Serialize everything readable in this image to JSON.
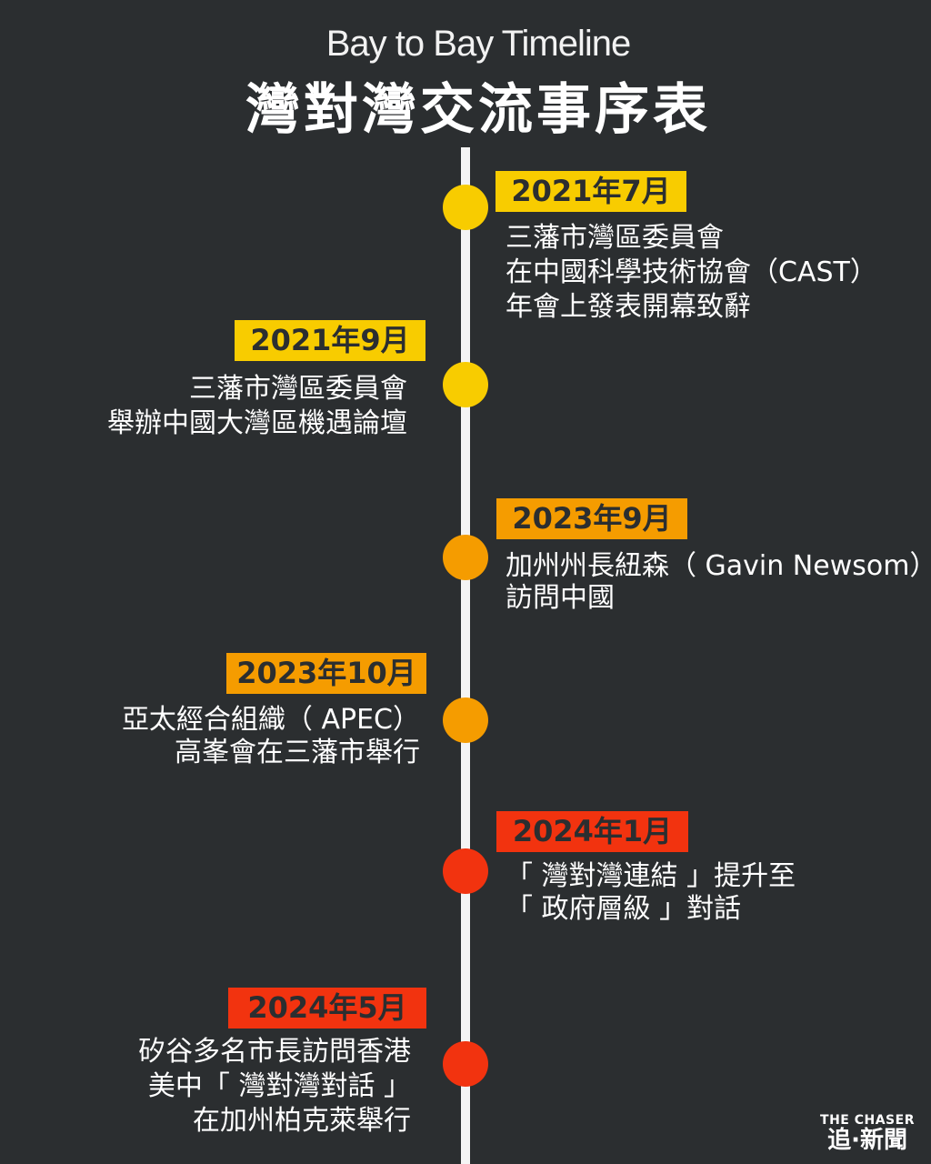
{
  "header": {
    "title_en": "Bay to Bay Timeline",
    "title_zh": "灣對灣交流事序表"
  },
  "colors": {
    "background": "#2b2e30",
    "yellow": "#f8cc00",
    "orange": "#f59c00",
    "red": "#f2330f",
    "line": "#f4f4f4"
  },
  "events": [
    {
      "date": "2021年7月",
      "lines": [
        "三藩市灣區委員會",
        "在中國科學技術協會（CAST）",
        "年會上發表開幕致辭"
      ]
    },
    {
      "date": "2021年9月",
      "lines": [
        "三藩市灣區委員會",
        "舉辦中國大灣區機遇論壇"
      ]
    },
    {
      "date": "2023年9月",
      "lines": [
        "加州州長紐森（ Gavin Newsom）",
        "訪問中國"
      ]
    },
    {
      "date": "2023年10月",
      "lines": [
        "亞太經合組織（ APEC）",
        "高峯會在三藩市舉行"
      ]
    },
    {
      "date": "2024年1月",
      "lines": [
        "「 灣對灣連結 」提升至",
        "「 政府層級 」對話"
      ]
    },
    {
      "date": "2024年5月",
      "lines": [
        "矽谷多名市長訪問香港",
        "美中「 灣對灣對話 」",
        "在加州柏克萊舉行"
      ]
    }
  ],
  "logo": {
    "en": "THE CHASER",
    "zh": "追·新聞"
  }
}
